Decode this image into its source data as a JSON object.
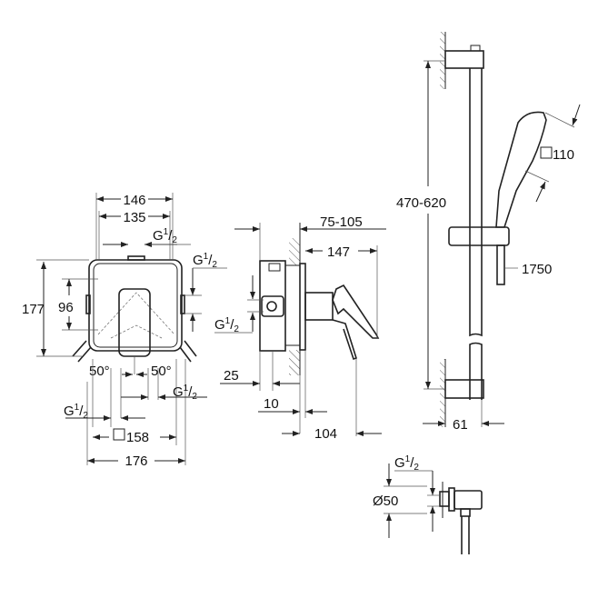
{
  "front_view": {
    "width_outer": "146",
    "width_inner": "135",
    "height_total": "177",
    "height_inner": "96",
    "thread_top": {
      "g": "G",
      "num": "1",
      "den": "2"
    },
    "thread_right": {
      "g": "G",
      "num": "1",
      "den": "2"
    },
    "thread_bottom_right": {
      "g": "G",
      "num": "1",
      "den": "2"
    },
    "thread_bottom_left": {
      "g": "G",
      "num": "1",
      "den": "2"
    },
    "angle_left": "50°",
    "angle_right": "50°",
    "cover_plate": "158",
    "overall_width": "176"
  },
  "side_view": {
    "wall_depth": "75-105",
    "projection": "147",
    "box_offset": "25",
    "plate_thickness": "10",
    "lever_projection": "104",
    "thread": {
      "g": "G",
      "num": "1",
      "den": "2"
    }
  },
  "shower_rail": {
    "bracket_spacing": "470-620",
    "head_size": "110",
    "hose_length": "1750",
    "wall_offset": "61"
  },
  "wall_elbow": {
    "diameter": "Ø50",
    "thread": {
      "g": "G",
      "num": "1",
      "den": "2"
    }
  }
}
